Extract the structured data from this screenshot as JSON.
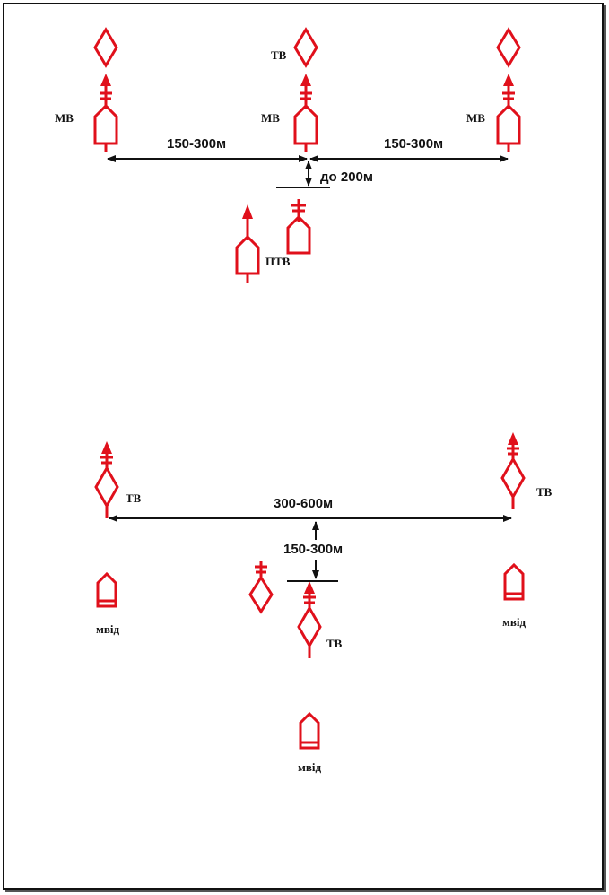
{
  "diagram": {
    "top": {
      "labels": {
        "mv_left": "МВ",
        "mv_center": "МВ",
        "mv_right": "МВ",
        "tv_top": "ТВ",
        "ptv": "ПТВ"
      },
      "dimensions": {
        "left_span": "150-300м",
        "right_span": "150-300м",
        "depth": "до 200м"
      }
    },
    "bottom": {
      "labels": {
        "tv_left": "ТВ",
        "tv_right": "ТВ",
        "tv_center": "ТВ",
        "mvid_left": "мвід",
        "mvid_right": "мвід",
        "mvid_bottom": "мвід"
      },
      "dimensions": {
        "wide_span": "300-600м",
        "depth": "150-300м"
      }
    },
    "colors": {
      "symbol": "#e0101b",
      "text": "#111111"
    }
  }
}
